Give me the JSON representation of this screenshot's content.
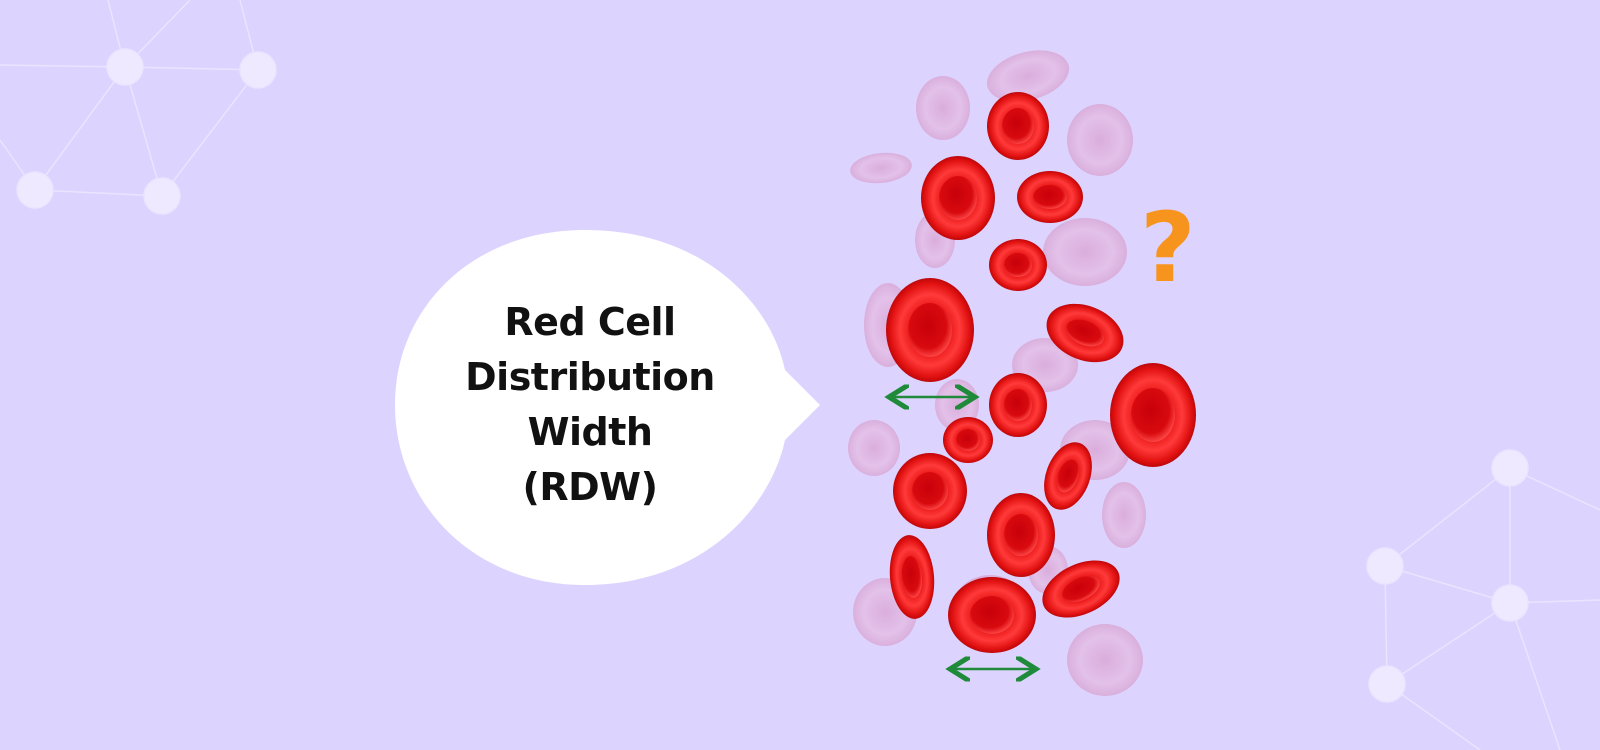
{
  "bubble": {
    "lines": [
      "Red Cell",
      "Distribution",
      "Width",
      "(RDW)"
    ]
  },
  "question_mark": "?",
  "colors": {
    "background": "#ddd3ff",
    "cell_red": "#e01010",
    "cell_faded": "#e3a8d0",
    "arrow_green": "#1e8a3a",
    "question_orange": "#f7941d",
    "network_node": "#efe9ff"
  },
  "icons": [
    "red-blood-cell-icon",
    "double-arrow-icon",
    "question-mark-icon",
    "network-graph-icon"
  ]
}
